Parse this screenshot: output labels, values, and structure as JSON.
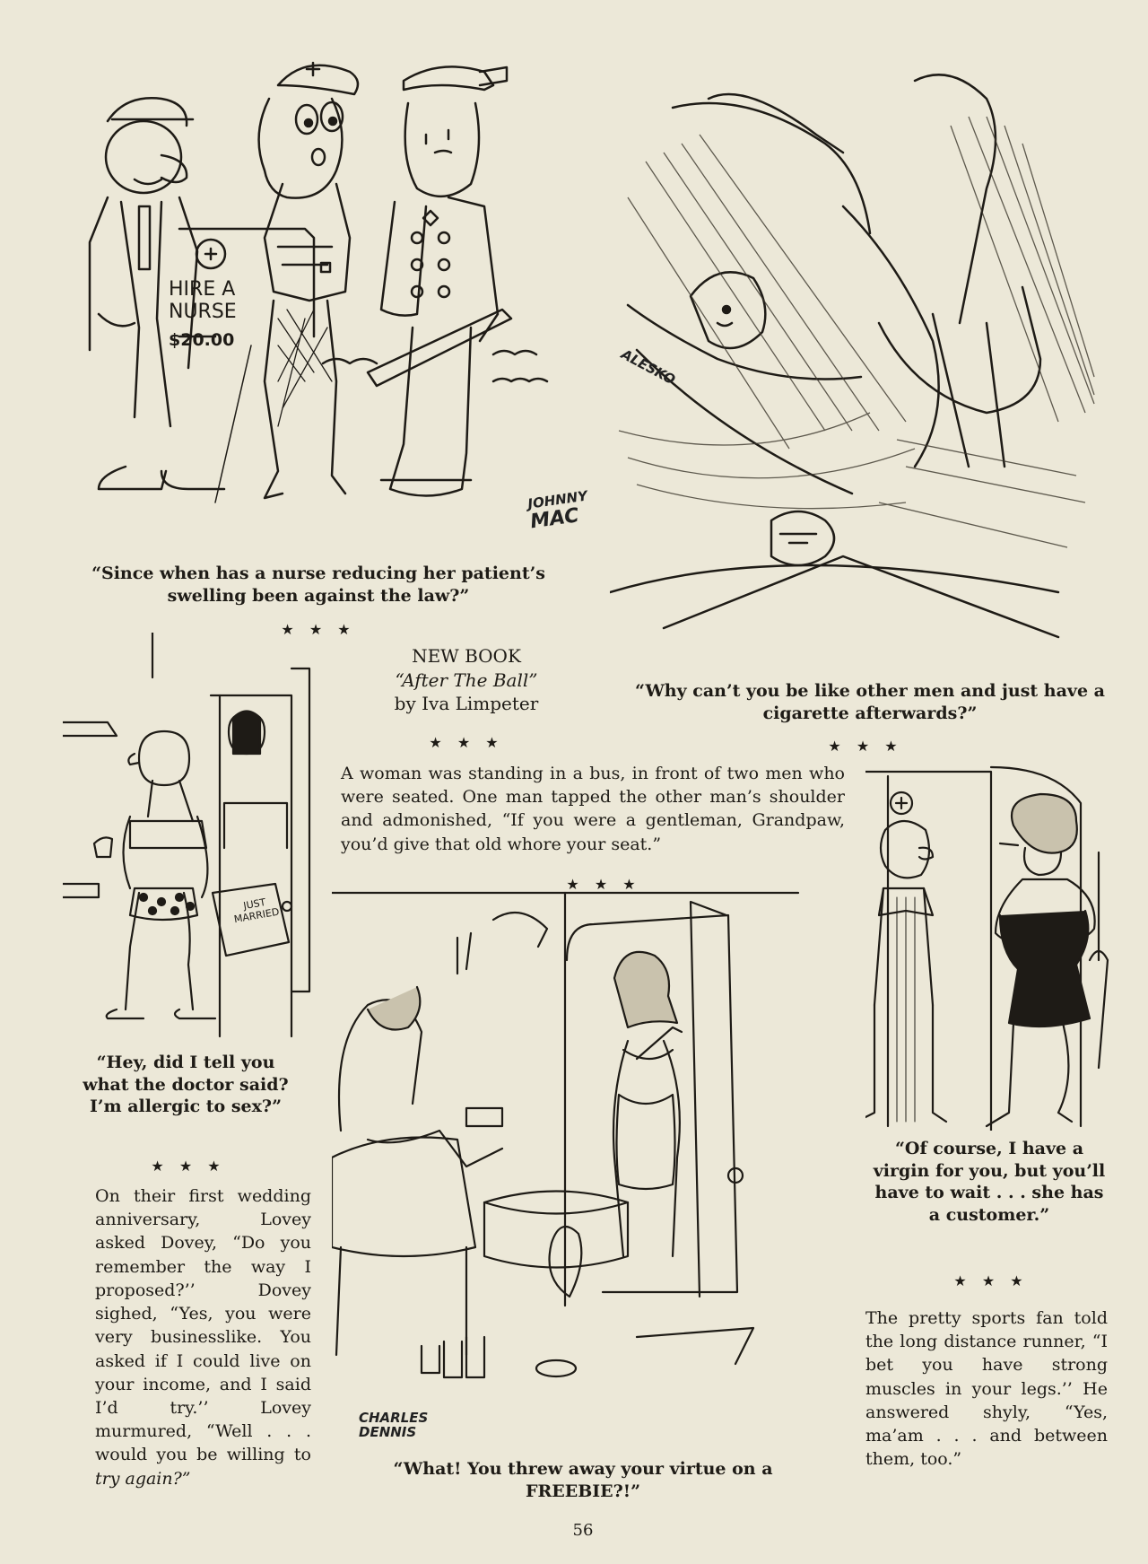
{
  "cartoons": {
    "nurse": {
      "sign_text": [
        "HIRE A",
        "NURSE",
        "$20.00"
      ],
      "signature": [
        "JOHNNY",
        "MAC"
      ],
      "caption": "“Since when has a nurse reducing her patient’s swelling been against the law?”",
      "stars": "★ ★ ★"
    },
    "bedroom": {
      "signature": "ALESKO",
      "caption": "“Why can’t you be like other men and just have a cigarette afterwards?”",
      "stars": "★ ★ ★"
    },
    "bathroom": {
      "suitcase_label": [
        "JUST",
        "MARRIED"
      ],
      "caption": "“Hey, did I tell you what the doctor said? I’m allergic to sex?”",
      "stars": "★ ★ ★"
    },
    "freebie": {
      "signature": [
        "CHARLES",
        "DENNIS"
      ],
      "caption_line1": "“What! You threw away your virtue on a",
      "caption_line2": "FREEBIE?!”"
    },
    "madam": {
      "caption": "“Of course, I have a virgin for you, but you’ll have to wait . . . she has a customer.”",
      "stars": "★ ★ ★"
    }
  },
  "new_book": {
    "heading": "NEW BOOK",
    "title": "“After The Ball”",
    "author": "by Iva Limpeter",
    "stars": "★ ★ ★"
  },
  "bus_joke": {
    "text": "A woman was standing in a bus, in front of two men who were seated. One man tapped the other man’s shoulder and admonished, “If you were a gentleman, Grandpaw, you’d give that old whore your seat.”",
    "stars": "★ ★ ★"
  },
  "anniversary_joke": {
    "text_main": "On their first wedding anniversary, Lovey asked Dovey, “Do you remember the way I proposed?’’ Dovey sighed, “Yes, you were very businesslike. You asked if I could live on your income, and I said I’d try.’’ Lovey murmured, “Well . . . would you be willing to",
    "text_italic": "try again?”"
  },
  "sports_joke": {
    "text": "The pretty sports fan told the long distance runner, “I bet you have strong muscles in your legs.’’ He answered shyly, “Yes, ma’am . . . and between them, too.”"
  },
  "page_number": "56"
}
